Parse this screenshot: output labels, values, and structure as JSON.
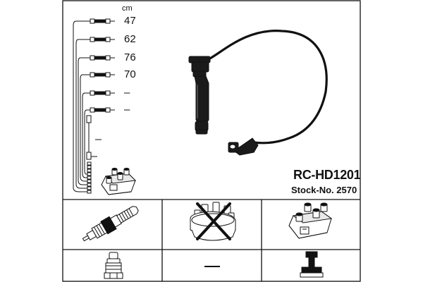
{
  "lengths": {
    "unit": "cm",
    "rows": [
      "47",
      "62",
      "76",
      "70",
      "–",
      "–"
    ]
  },
  "product": {
    "part_number": "RC-HD1201",
    "stock_number": "Stock-No. 2570"
  },
  "panels": {
    "spark_plug": {
      "icon": "spark-plug-icon",
      "terminal": "terminal-nut-icon"
    },
    "distributor_cap": {
      "icon": "distributor-cap-icon",
      "crossed_out": true,
      "connector": "–"
    },
    "ignition_coil": {
      "icon": "ignition-coil-icon",
      "connector": "coil-connector-icon"
    }
  }
}
